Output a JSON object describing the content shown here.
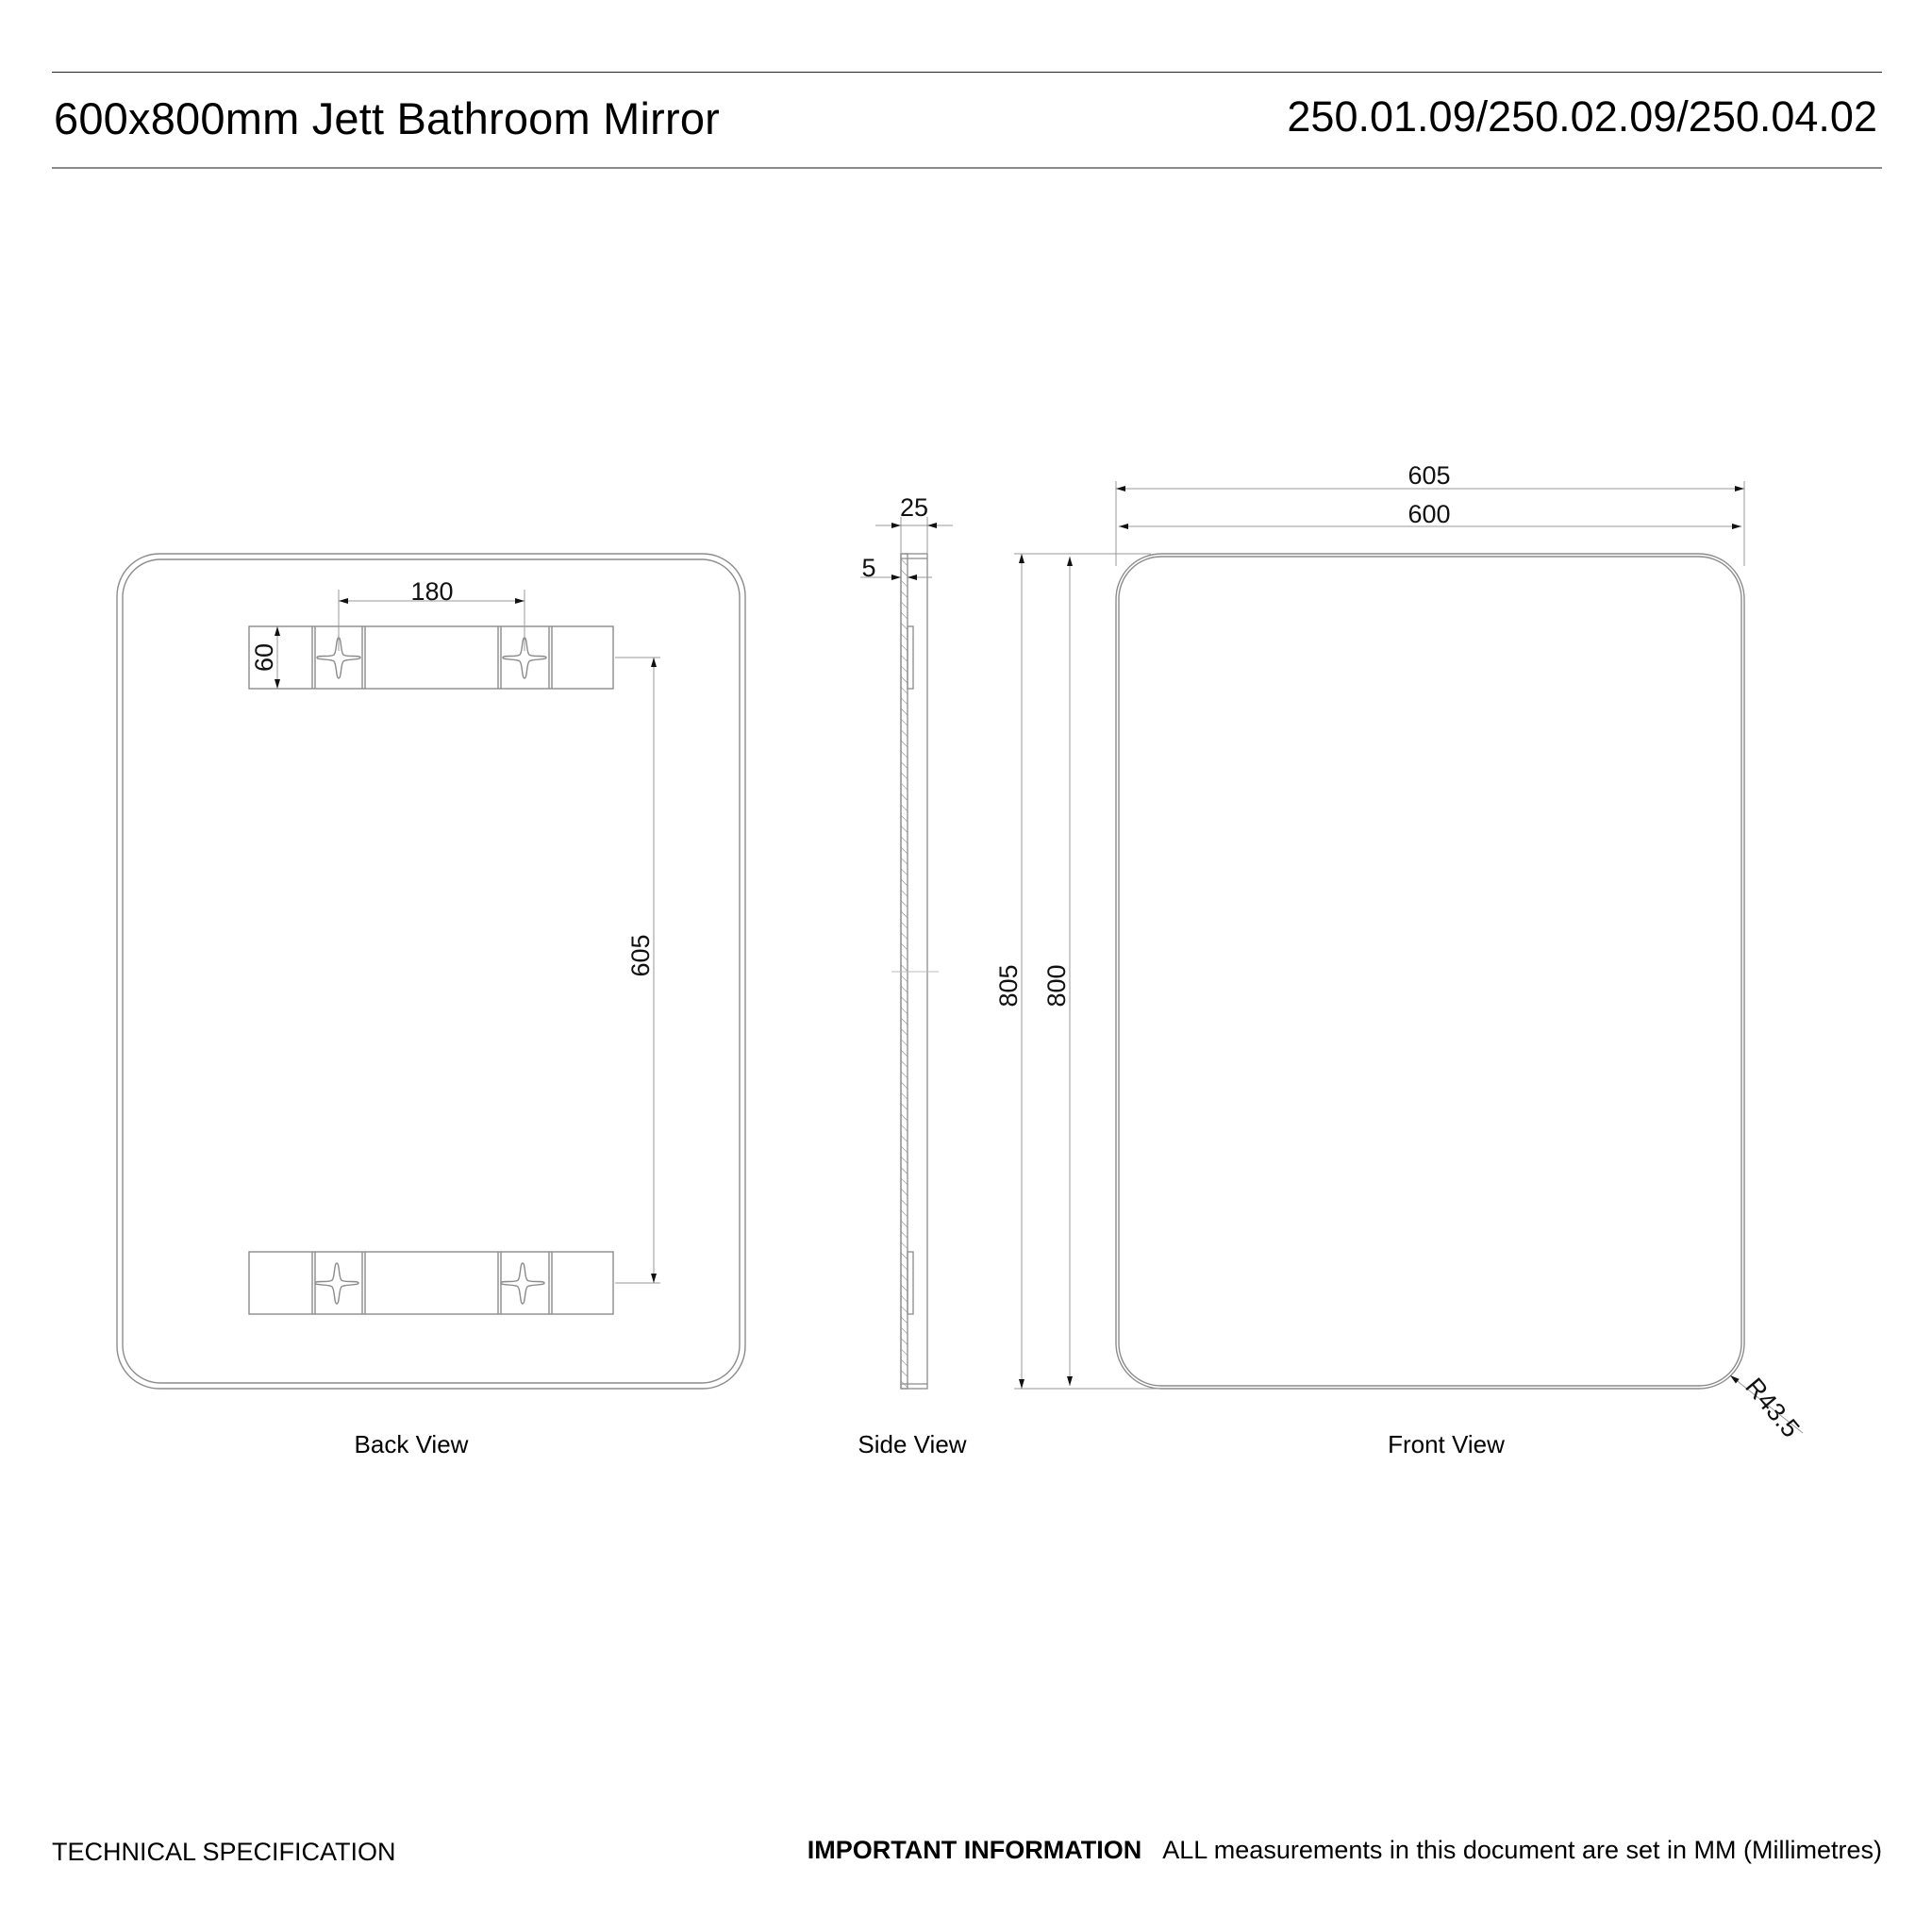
{
  "header": {
    "title": "600x800mm Jett Bathroom Mirror",
    "product_codes": "250.01.09/250.02.09/250.04.02"
  },
  "views": {
    "back": {
      "label": "Back View",
      "dims": {
        "bracket_spacing": "180",
        "bracket_height": "60",
        "bracket_vertical_spacing": "605"
      }
    },
    "side": {
      "label": "Side View",
      "dims": {
        "total_depth": "25",
        "glass_thickness": "5"
      }
    },
    "front": {
      "label": "Front View",
      "dims": {
        "overall_width": "605",
        "glass_width": "600",
        "overall_height": "805",
        "glass_height": "800",
        "corner_radius": "R43.5"
      }
    }
  },
  "footer": {
    "left": "TECHNICAL SPECIFICATION",
    "important_label": "IMPORTANT INFORMATION",
    "important_text": "ALL measurements in this document are set in MM (Millimetres)"
  },
  "colors": {
    "line": "#8c8c8c",
    "dim_line": "#9a9a9a",
    "text": "#111111"
  }
}
